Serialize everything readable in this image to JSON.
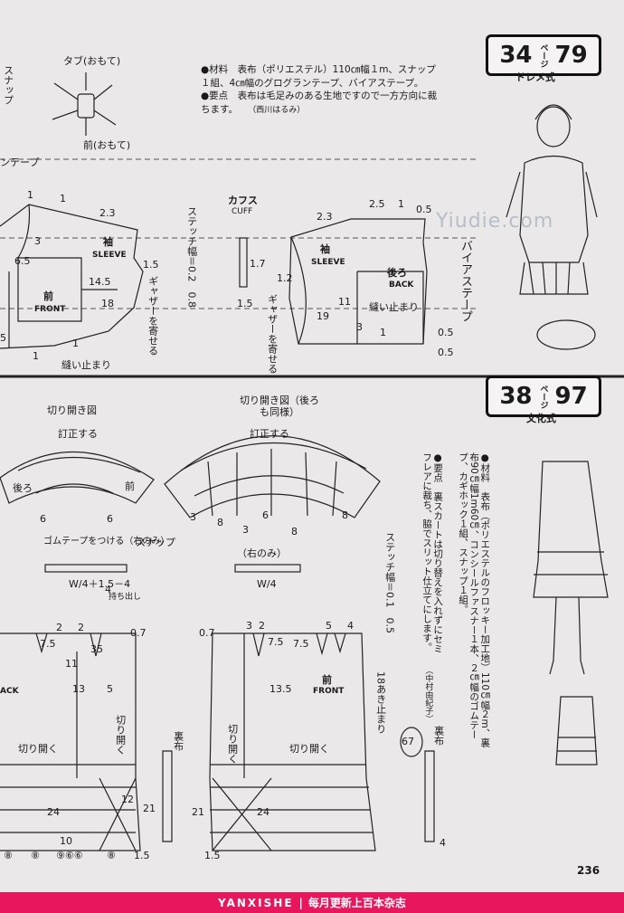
{
  "top_left": {
    "tab_label": "タブ(おもて)",
    "front_label": "前(おもて)",
    "snap_partial": "スナップ",
    "tape_partial": "ンテープ"
  },
  "pattern1": {
    "materials": "●材料　表布（ポリエステル）110㎝幅１m、スナップ１組、4㎝幅のグログランテープ、バイアステープ。",
    "point": "●要点　表布は毛足みのある生地ですので一方方向に裁ちます。",
    "author": "（西川はるみ）",
    "badge_page": "34",
    "badge_unit": "ページ",
    "badge_num": "79",
    "badge_style": "ドレメ式",
    "sleeve_ja": "袖",
    "sleeve_en": "SLEEVE",
    "front_ja": "前",
    "front_en": "FRONT",
    "back_ja": "後ろ",
    "back_en": "BACK",
    "cuff_ja": "カフス",
    "cuff_en": "CUFF",
    "gather": "ギャザーを寄せる",
    "stitch": "ステッチ幅＝0.2　0.8",
    "sew_stop": "縫い止まり",
    "bias": "バイアステープ",
    "nums": [
      "1",
      "1",
      "2.3",
      "1.5",
      "3",
      "6.5",
      "14.5",
      "18",
      "5",
      "1",
      "1",
      "1.7",
      "1.5",
      "2.3",
      "2.5",
      "1",
      "0.5",
      "1.2",
      "11",
      "19",
      "3",
      "1",
      "0.5",
      "0.5"
    ]
  },
  "pattern2": {
    "badge_page": "38",
    "badge_unit": "ページ",
    "badge_num": "97",
    "badge_style": "文化式",
    "materials": "●材料　表布（ポリエステルのフロッキー加工地）110㎝幅２m、裏布90㎝幅1m60㎝、コンシールファスナー１本、２㎝幅のゴムテープ、カギホック１組、スナップ１組。",
    "point": "●要点　裏スカートは切り替えを入れずにセミフレアに裁ち、脇でスリット仕立てにします。",
    "author": "（中村由紀子）",
    "cut_open_left": "切り開き図",
    "cut_open_right": "切り開き図（後ろも同様）",
    "correct": "訂正する",
    "back": "後ろ",
    "front": "前",
    "rubber_tape": "ゴムテープをつける（右のみ）",
    "snap": "スナップ",
    "right_only": "（右のみ）",
    "w_formula_1": "W/4＋1.5－4",
    "w_formula_2": "W/4",
    "seam_allow": "持ち出し",
    "front_ja": "前",
    "front_en": "FRONT",
    "back_en": "ACK",
    "cut_open": "切り開く",
    "lining": "裏布",
    "stitch": "ステッチ幅＝0.1　0.5",
    "opening": "18あき止まり",
    "dim_67": "67",
    "nums": [
      "6",
      "6",
      "3",
      "8",
      "3",
      "6",
      "8",
      "8",
      "7.5",
      "7.5",
      "7.5",
      "35",
      "11",
      "13",
      "5",
      "13.5",
      "12",
      "24",
      "24",
      "21",
      "21",
      "10",
      "1.5",
      "1.5",
      "4",
      "0.7",
      "0.7",
      "4",
      "4",
      "3",
      "2",
      "2",
      "5",
      "2"
    ],
    "circled": [
      "⑧",
      "⑧",
      "⑨⑥⑥",
      "⑧"
    ]
  },
  "page_number": "236",
  "watermark": "Yiudie.com",
  "footer": {
    "brand": "YANXISHE",
    "slogan": "每月更新上百本杂志"
  }
}
